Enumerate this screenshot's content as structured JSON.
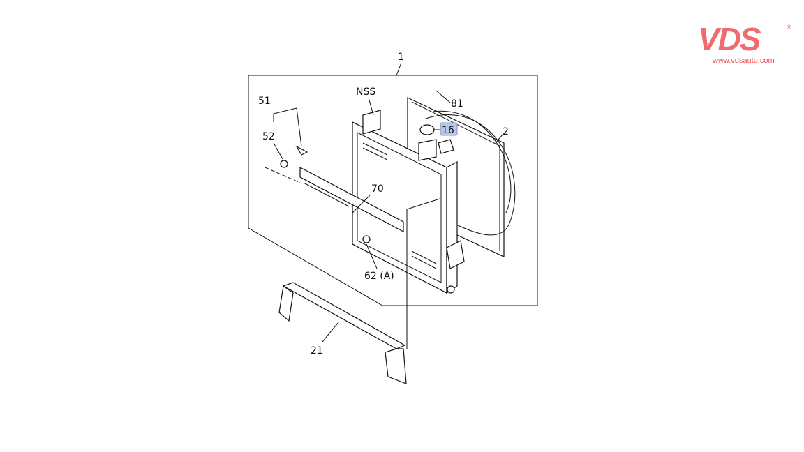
{
  "brand": {
    "logo_text": "VDS",
    "registered": "®",
    "url": "www.vdsauto.com",
    "color": "#ef6b6f"
  },
  "callouts": {
    "c1": "1",
    "c2": "2",
    "c16": "16",
    "c21": "21",
    "c51": "51",
    "c52": "52",
    "c62": "62 (A)",
    "c70": "70",
    "c81": "81",
    "nss": "NSS"
  },
  "highlight_color": "#b8c8e8"
}
